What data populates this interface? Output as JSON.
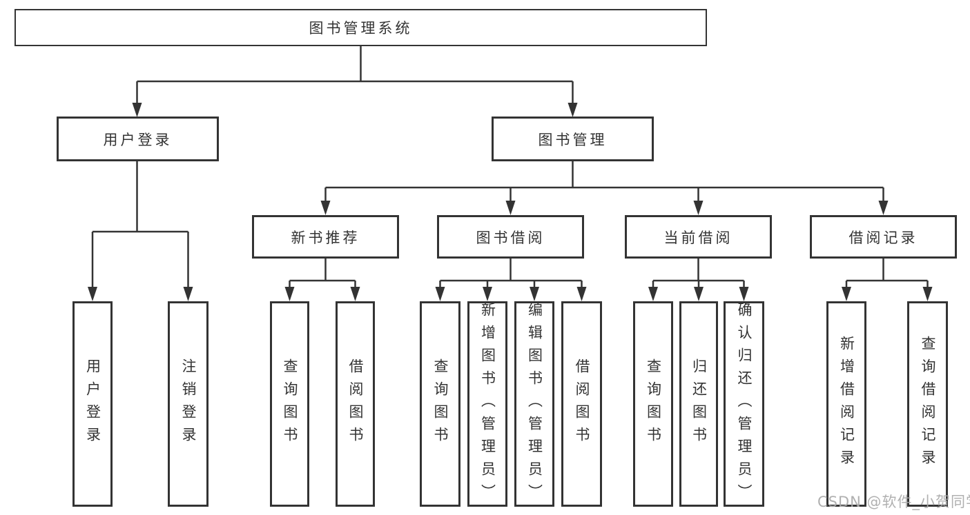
{
  "diagram_title": "图书管理系统",
  "tree": {
    "root_label": "图书管理系统",
    "login": {
      "label": "用户登录",
      "children": [
        "用户登录",
        "注销登录"
      ]
    },
    "management": {
      "label": "图书管理",
      "sections": [
        {
          "label": "新书推荐",
          "children": [
            "查询图书",
            "借阅图书"
          ]
        },
        {
          "label": "图书借阅",
          "children": [
            "查询图书",
            "新增图书（管理员）",
            "编辑图书（管理员）",
            "借阅图书"
          ]
        },
        {
          "label": "当前借阅",
          "children": [
            "查询图书",
            "归还图书",
            "确认归还（管理员）"
          ]
        },
        {
          "label": "借阅记录",
          "children": [
            "新增借阅记录",
            "查询借阅记录"
          ]
        }
      ]
    }
  },
  "watermark": "CSDN @软件_小贺同学",
  "colors": {
    "line": "#333333",
    "border": "#333333",
    "text": "#333333",
    "watermark": "#aaaaaa",
    "background": "#ffffff"
  }
}
